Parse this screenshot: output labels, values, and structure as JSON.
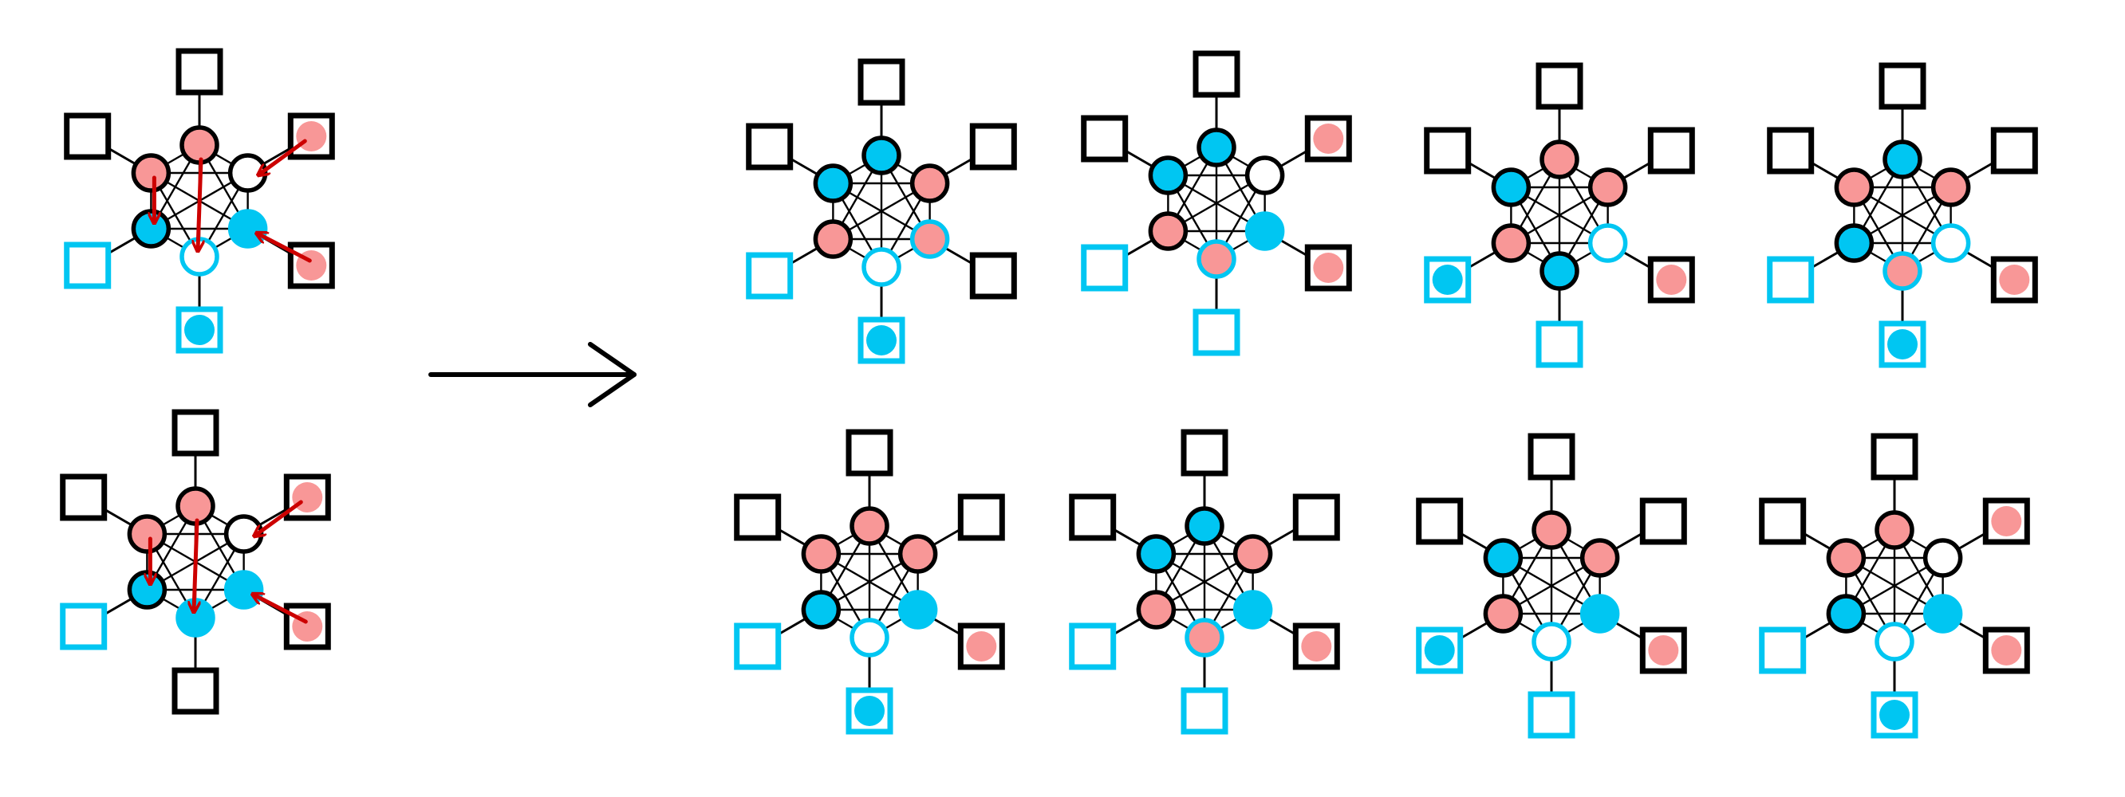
{
  "colors": {
    "pink": "#f89797",
    "cyan": "#00c6f2",
    "black": "#000000",
    "white": "#ffffff",
    "arrow": "#cc0000"
  },
  "legend_semantics": {
    "node_fill_options": [
      "pink",
      "cyan",
      "white"
    ],
    "leaf_dot_options": [
      "none",
      "pink",
      "cyan"
    ]
  },
  "inputs": [
    {
      "name": "input-graph-top",
      "nodes": [
        {
          "fill": "pink",
          "border": "black",
          "leaf_border": "black",
          "leaf_dot": "none"
        },
        {
          "fill": "white",
          "border": "black",
          "leaf_border": "black",
          "leaf_dot": "pink"
        },
        {
          "fill": "cyan",
          "border": "cyan",
          "leaf_border": "black",
          "leaf_dot": "pink"
        },
        {
          "fill": "white",
          "border": "cyan",
          "leaf_border": "cyan",
          "leaf_dot": "cyan"
        },
        {
          "fill": "cyan",
          "border": "black",
          "leaf_border": "cyan",
          "leaf_dot": "none"
        },
        {
          "fill": "pink",
          "border": "black",
          "leaf_border": "black",
          "leaf_dot": "none"
        }
      ],
      "arrows": [
        [
          0,
          3
        ],
        [
          1,
          1
        ],
        [
          2,
          2
        ],
        [
          5,
          4
        ]
      ]
    },
    {
      "name": "input-graph-bottom",
      "nodes": [
        {
          "fill": "pink",
          "border": "black",
          "leaf_border": "black",
          "leaf_dot": "none"
        },
        {
          "fill": "white",
          "border": "black",
          "leaf_border": "black",
          "leaf_dot": "pink"
        },
        {
          "fill": "cyan",
          "border": "cyan",
          "leaf_border": "black",
          "leaf_dot": "pink"
        },
        {
          "fill": "cyan",
          "border": "cyan",
          "leaf_border": "black",
          "leaf_dot": "none"
        },
        {
          "fill": "cyan",
          "border": "black",
          "leaf_border": "cyan",
          "leaf_dot": "none"
        },
        {
          "fill": "pink",
          "border": "black",
          "leaf_border": "black",
          "leaf_dot": "none"
        }
      ],
      "arrows": [
        [
          0,
          3
        ],
        [
          1,
          1
        ],
        [
          2,
          2
        ],
        [
          5,
          4
        ]
      ]
    }
  ],
  "outputs": [
    {
      "name": "output-graph-1",
      "nodes": [
        {
          "fill": "cyan",
          "border": "black",
          "leaf_border": "black",
          "leaf_dot": "none"
        },
        {
          "fill": "pink",
          "border": "black",
          "leaf_border": "black",
          "leaf_dot": "none"
        },
        {
          "fill": "pink",
          "border": "cyan",
          "leaf_border": "black",
          "leaf_dot": "none"
        },
        {
          "fill": "white",
          "border": "cyan",
          "leaf_border": "cyan",
          "leaf_dot": "cyan"
        },
        {
          "fill": "pink",
          "border": "black",
          "leaf_border": "cyan",
          "leaf_dot": "none"
        },
        {
          "fill": "cyan",
          "border": "black",
          "leaf_border": "black",
          "leaf_dot": "none"
        }
      ]
    },
    {
      "name": "output-graph-2",
      "nodes": [
        {
          "fill": "cyan",
          "border": "black",
          "leaf_border": "black",
          "leaf_dot": "none"
        },
        {
          "fill": "white",
          "border": "black",
          "leaf_border": "black",
          "leaf_dot": "pink"
        },
        {
          "fill": "cyan",
          "border": "cyan",
          "leaf_border": "black",
          "leaf_dot": "pink"
        },
        {
          "fill": "pink",
          "border": "cyan",
          "leaf_border": "cyan",
          "leaf_dot": "none"
        },
        {
          "fill": "pink",
          "border": "black",
          "leaf_border": "cyan",
          "leaf_dot": "none"
        },
        {
          "fill": "cyan",
          "border": "black",
          "leaf_border": "black",
          "leaf_dot": "none"
        }
      ]
    },
    {
      "name": "output-graph-3",
      "nodes": [
        {
          "fill": "pink",
          "border": "black",
          "leaf_border": "black",
          "leaf_dot": "none"
        },
        {
          "fill": "pink",
          "border": "black",
          "leaf_border": "black",
          "leaf_dot": "none"
        },
        {
          "fill": "white",
          "border": "cyan",
          "leaf_border": "black",
          "leaf_dot": "pink"
        },
        {
          "fill": "cyan",
          "border": "black",
          "leaf_border": "cyan",
          "leaf_dot": "none"
        },
        {
          "fill": "pink",
          "border": "black",
          "leaf_border": "cyan",
          "leaf_dot": "cyan"
        },
        {
          "fill": "cyan",
          "border": "black",
          "leaf_border": "black",
          "leaf_dot": "none"
        }
      ]
    },
    {
      "name": "output-graph-4",
      "nodes": [
        {
          "fill": "cyan",
          "border": "black",
          "leaf_border": "black",
          "leaf_dot": "none"
        },
        {
          "fill": "pink",
          "border": "black",
          "leaf_border": "black",
          "leaf_dot": "none"
        },
        {
          "fill": "white",
          "border": "cyan",
          "leaf_border": "black",
          "leaf_dot": "pink"
        },
        {
          "fill": "pink",
          "border": "cyan",
          "leaf_border": "cyan",
          "leaf_dot": "cyan"
        },
        {
          "fill": "cyan",
          "border": "black",
          "leaf_border": "cyan",
          "leaf_dot": "none"
        },
        {
          "fill": "pink",
          "border": "black",
          "leaf_border": "black",
          "leaf_dot": "none"
        }
      ]
    },
    {
      "name": "output-graph-5",
      "nodes": [
        {
          "fill": "pink",
          "border": "black",
          "leaf_border": "black",
          "leaf_dot": "none"
        },
        {
          "fill": "pink",
          "border": "black",
          "leaf_border": "black",
          "leaf_dot": "none"
        },
        {
          "fill": "cyan",
          "border": "cyan",
          "leaf_border": "black",
          "leaf_dot": "pink"
        },
        {
          "fill": "white",
          "border": "cyan",
          "leaf_border": "cyan",
          "leaf_dot": "cyan"
        },
        {
          "fill": "cyan",
          "border": "black",
          "leaf_border": "cyan",
          "leaf_dot": "none"
        },
        {
          "fill": "pink",
          "border": "black",
          "leaf_border": "black",
          "leaf_dot": "none"
        }
      ]
    },
    {
      "name": "output-graph-6",
      "nodes": [
        {
          "fill": "cyan",
          "border": "black",
          "leaf_border": "black",
          "leaf_dot": "none"
        },
        {
          "fill": "pink",
          "border": "black",
          "leaf_border": "black",
          "leaf_dot": "none"
        },
        {
          "fill": "cyan",
          "border": "cyan",
          "leaf_border": "black",
          "leaf_dot": "pink"
        },
        {
          "fill": "pink",
          "border": "cyan",
          "leaf_border": "cyan",
          "leaf_dot": "none"
        },
        {
          "fill": "pink",
          "border": "black",
          "leaf_border": "cyan",
          "leaf_dot": "none"
        },
        {
          "fill": "cyan",
          "border": "black",
          "leaf_border": "black",
          "leaf_dot": "none"
        }
      ]
    },
    {
      "name": "output-graph-7",
      "nodes": [
        {
          "fill": "pink",
          "border": "black",
          "leaf_border": "black",
          "leaf_dot": "none"
        },
        {
          "fill": "pink",
          "border": "black",
          "leaf_border": "black",
          "leaf_dot": "none"
        },
        {
          "fill": "cyan",
          "border": "cyan",
          "leaf_border": "black",
          "leaf_dot": "pink"
        },
        {
          "fill": "white",
          "border": "cyan",
          "leaf_border": "cyan",
          "leaf_dot": "none"
        },
        {
          "fill": "pink",
          "border": "black",
          "leaf_border": "cyan",
          "leaf_dot": "cyan"
        },
        {
          "fill": "cyan",
          "border": "black",
          "leaf_border": "black",
          "leaf_dot": "none"
        }
      ]
    },
    {
      "name": "output-graph-8",
      "nodes": [
        {
          "fill": "pink",
          "border": "black",
          "leaf_border": "black",
          "leaf_dot": "none"
        },
        {
          "fill": "white",
          "border": "black",
          "leaf_border": "black",
          "leaf_dot": "pink"
        },
        {
          "fill": "cyan",
          "border": "cyan",
          "leaf_border": "black",
          "leaf_dot": "pink"
        },
        {
          "fill": "white",
          "border": "cyan",
          "leaf_border": "cyan",
          "leaf_dot": "cyan"
        },
        {
          "fill": "cyan",
          "border": "black",
          "leaf_border": "cyan",
          "leaf_dot": "none"
        },
        {
          "fill": "pink",
          "border": "black",
          "leaf_border": "black",
          "leaf_dot": "none"
        }
      ]
    }
  ]
}
